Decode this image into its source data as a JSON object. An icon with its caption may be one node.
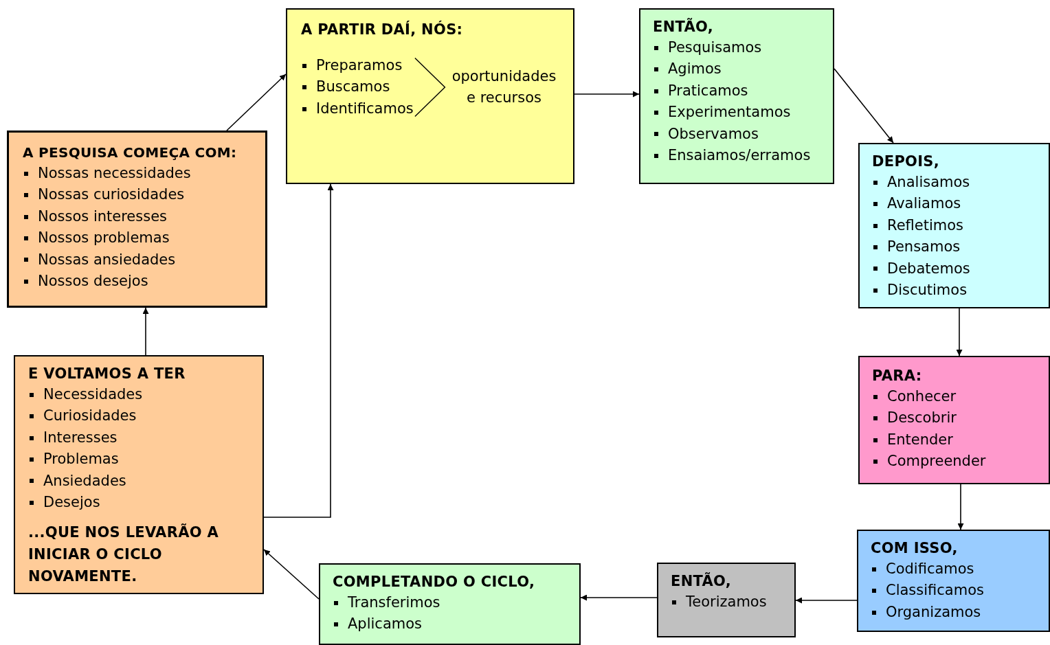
{
  "diagram": {
    "nodes": [
      {
        "text": [
          "A PESQUISA COMEÇA COM:",
          "Nossas necessidades",
          "Nossas curiosidades",
          "Nossos interesses",
          "Nossos problemas",
          "Nossas ansiedades",
          "Nossos desejos"
        ]
      },
      {
        "text": [
          "A PARTIR DAÍ, NÓS:",
          "Preparamos",
          "Buscamos",
          "Identificamos",
          "oportunidades e recursos"
        ]
      },
      {
        "text": [
          "ENTÃO,",
          "Pesquisamos",
          "Agimos",
          "Praticamos",
          "Experimentamos",
          "Observamos",
          "Ensaiamos/erramos"
        ]
      },
      {
        "text": [
          "DEPOIS,",
          "Analisamos",
          "Avaliamos",
          "Refletimos",
          "Pensamos",
          "Debatemos",
          "Discutimos"
        ]
      },
      {
        "text": [
          "PARA:",
          "Conhecer",
          "Descobrir",
          "Entender",
          "Compreender"
        ]
      },
      {
        "text": [
          "COM ISSO,",
          "Codificamos",
          "Classificamos",
          "Organizamos"
        ]
      },
      {
        "text": [
          "ENTÃO,",
          "Teorizamos"
        ]
      },
      {
        "text": [
          "COMPLETANDO O CICLO,",
          "Transferimos",
          "Aplicamos"
        ]
      },
      {
        "text": [
          "E VOLTAMOS A TER",
          "Necessidades",
          "Curiosidades",
          "Interesses",
          "Problemas",
          "Ansiedades",
          "Desejos",
          "...QUE NOS LEVARÃO A INICIAR O CICLO NOVAMENTE."
        ]
      }
    ],
    "edges": [
      {
        "from": 0,
        "to": 1,
        "arrow": "to"
      },
      {
        "from": 1,
        "to": 2,
        "arrow": "to"
      },
      {
        "from": 2,
        "to": 3,
        "arrow": "to"
      },
      {
        "from": 3,
        "to": 4,
        "arrow": "to"
      },
      {
        "from": 4,
        "to": 5,
        "arrow": "to"
      },
      {
        "from": 5,
        "to": 6,
        "arrow": "to"
      },
      {
        "from": 6,
        "to": 7,
        "arrow": "to"
      },
      {
        "from": 7,
        "to": 8,
        "arrow": "to"
      },
      {
        "from": 8,
        "to": 0,
        "arrow": "to"
      },
      {
        "from": 8,
        "to": 1,
        "arrow": "to"
      }
    ]
  }
}
